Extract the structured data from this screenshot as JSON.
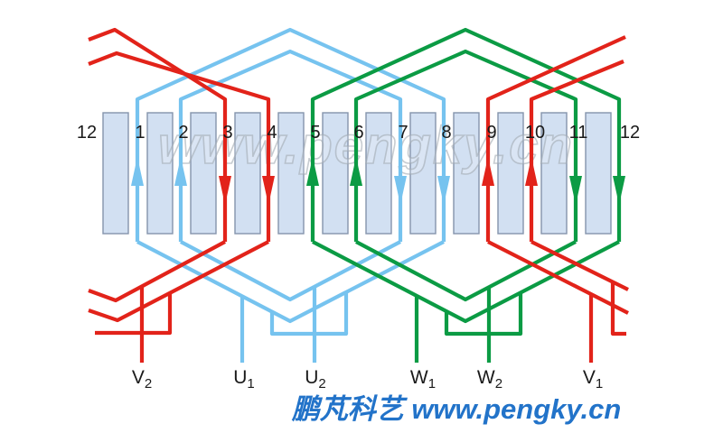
{
  "watermark": "www.pengky.cn",
  "footer": "鹏芃科艺 www.pengky.cn",
  "colors": {
    "phase_u": "#76c3ef",
    "phase_v": "#e2231a",
    "phase_w": "#0b9b44",
    "tooth_fill": "#d2e0f2",
    "tooth_stroke": "#8494ac",
    "label": "#1a1a1a",
    "footer_text": "#2273c9",
    "watermark_stroke": "#a2aab2"
  },
  "slots": [
    {
      "label": "12",
      "arrow": null,
      "phase": null
    },
    {
      "label": "1",
      "arrow": "up",
      "phase": "U"
    },
    {
      "label": "2",
      "arrow": "up",
      "phase": "U"
    },
    {
      "label": "3",
      "arrow": "down",
      "phase": "V"
    },
    {
      "label": "4",
      "arrow": "down",
      "phase": "V"
    },
    {
      "label": "5",
      "arrow": "up",
      "phase": "W"
    },
    {
      "label": "6",
      "arrow": "up",
      "phase": "W"
    },
    {
      "label": "7",
      "arrow": "down",
      "phase": "U"
    },
    {
      "label": "8",
      "arrow": "down",
      "phase": "U"
    },
    {
      "label": "9",
      "arrow": "up",
      "phase": "V"
    },
    {
      "label": "10",
      "arrow": "up",
      "phase": "V"
    },
    {
      "label": "11",
      "arrow": "down",
      "phase": "W"
    },
    {
      "label": "12",
      "arrow": "down",
      "phase": "W"
    }
  ],
  "terminals": [
    {
      "base": "V",
      "sub": "2",
      "phase": "V"
    },
    {
      "base": "U",
      "sub": "1",
      "phase": "U"
    },
    {
      "base": "U",
      "sub": "2",
      "phase": "U"
    },
    {
      "base": "W",
      "sub": "1",
      "phase": "W"
    },
    {
      "base": "W",
      "sub": "2",
      "phase": "W"
    },
    {
      "base": "V",
      "sub": "1",
      "phase": "V"
    }
  ],
  "diagram_meta": {
    "type": "three-phase-stator-winding",
    "slot_count": 12,
    "phases": [
      {
        "name": "U",
        "color_hex": "#76c3ef",
        "slots_current_up": [
          1,
          2
        ],
        "slots_current_down": [
          7,
          8
        ],
        "terminals": [
          "U1",
          "U2"
        ]
      },
      {
        "name": "V",
        "color_hex": "#e2231a",
        "slots_current_up": [
          9,
          10
        ],
        "slots_current_down": [
          3,
          4
        ],
        "terminals": [
          "V1",
          "V2"
        ],
        "wraps_around_edges": true
      },
      {
        "name": "W",
        "color_hex": "#0b9b44",
        "slots_current_up": [
          5,
          6
        ],
        "slots_current_down": [
          11,
          12
        ],
        "terminals": [
          "W1",
          "W2"
        ]
      }
    ]
  }
}
